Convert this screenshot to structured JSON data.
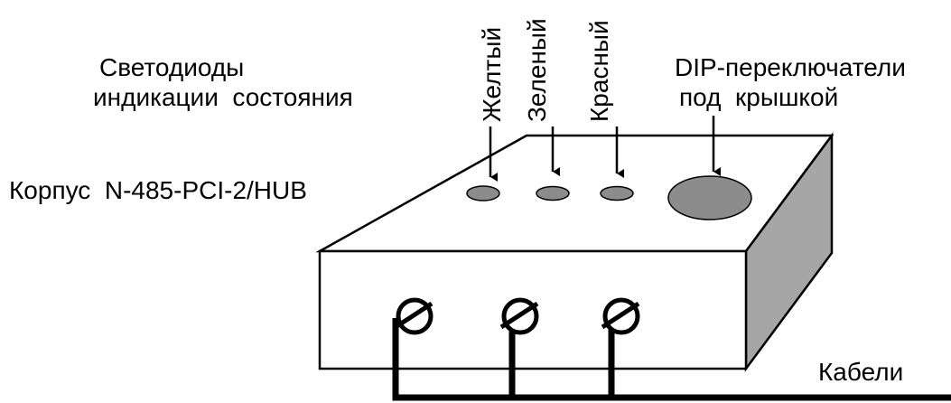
{
  "labels": {
    "leds_title_line1": "Светодиоды",
    "leds_title_line2": "индикации  состояния",
    "housing": "Корпус  N-485-PCI-2/HUB",
    "led_yellow": "Желтый",
    "led_green": "Зеленый",
    "led_red": "Красный",
    "dip_line1": "DIP-переключатели",
    "dip_line2": "под  крышкой",
    "cables": "Кабели"
  },
  "colors": {
    "outline": "#000000",
    "top_face": "#ffffff",
    "front_face": "#ffffff",
    "side_face": "#a6a6a6",
    "led_fill": "#8c8c8c",
    "dip_fill": "#8c8c8c",
    "cable": "#000000"
  },
  "icons": {
    "connector": "screw-terminal-icon"
  }
}
